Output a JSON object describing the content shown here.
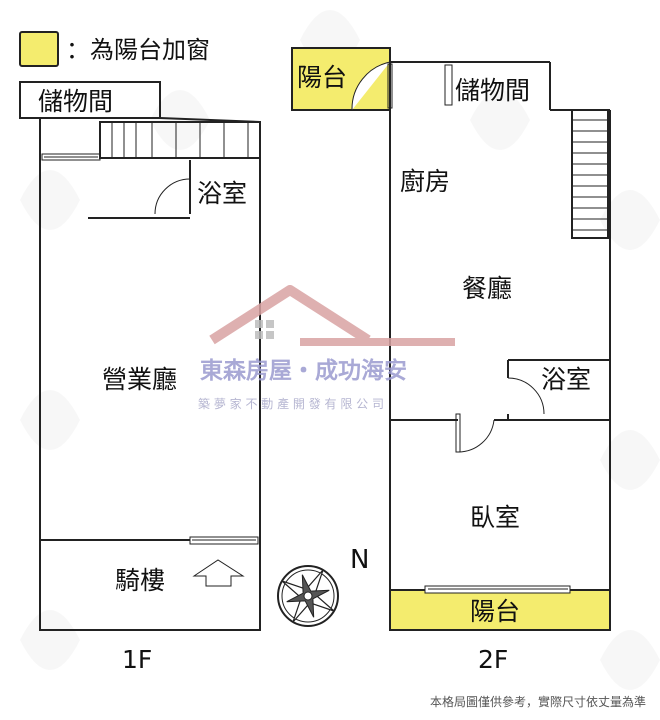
{
  "legend": {
    "label": "：為陽台加窗",
    "color": "#f4ec6e"
  },
  "watermark": {
    "company": "東森房屋・成功海安",
    "subtitle": "築 夢 家 不 動 產 開 發 有 限 公 司",
    "house_color": "#d9a3a3",
    "text_color": "#9b9bd0"
  },
  "floor1": {
    "label": "1F",
    "rooms": {
      "storage": "儲物間",
      "bathroom": "浴室",
      "business_hall": "營業廳",
      "arcade": "騎樓"
    }
  },
  "floor2": {
    "label": "2F",
    "rooms": {
      "balcony_top": "陽台",
      "storage": "儲物間",
      "kitchen": "廚房",
      "dining": "餐廳",
      "bathroom": "浴室",
      "bedroom": "臥室",
      "balcony_bottom": "陽台"
    }
  },
  "compass": {
    "north": "N"
  },
  "disclaimer": "本格局圖僅供參考，實際尺寸依丈量為準"
}
